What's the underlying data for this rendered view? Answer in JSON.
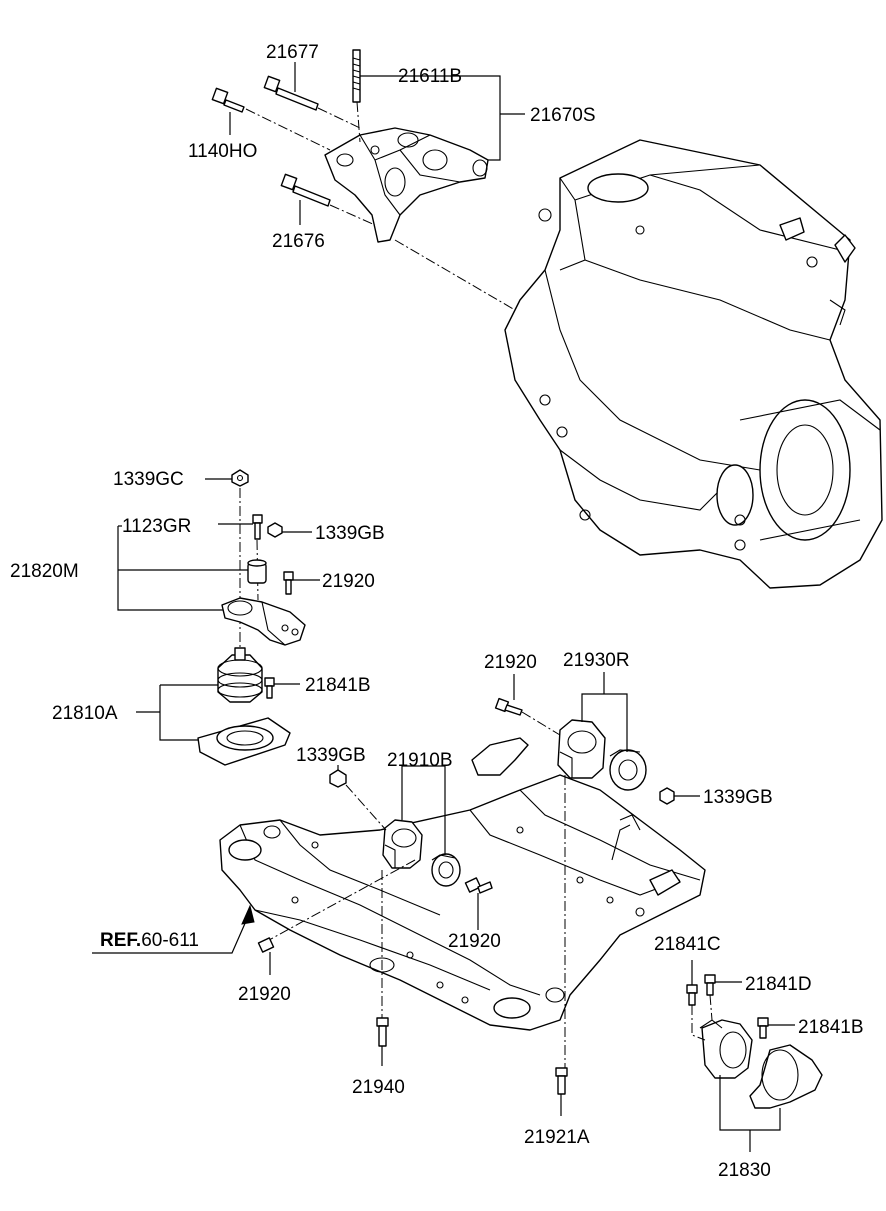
{
  "labels": {
    "l21677": "21677",
    "l21611B": "21611B",
    "l21670S": "21670S",
    "l1140HO": "1140HO",
    "l21676": "21676",
    "l1339GC": "1339GC",
    "l1123GR": "1123GR",
    "l1339GB_top": "1339GB",
    "l21820M": "21820M",
    "l21920_mount": "21920",
    "l21841B_left": "21841B",
    "l21810A": "21810A",
    "l21920_upper": "21920",
    "l21930R": "21930R",
    "l1339GB_mid": "1339GB",
    "l21910B": "21910B",
    "l1339GB_right": "1339GB",
    "l21920_center": "21920",
    "l21841C": "21841C",
    "l21841D": "21841D",
    "l21841B_right": "21841B",
    "ref_prefix": "REF.",
    "ref_number": "60-611",
    "l21920_lower": "21920",
    "l21940": "21940",
    "l21921A": "21921A",
    "l21830": "21830"
  }
}
